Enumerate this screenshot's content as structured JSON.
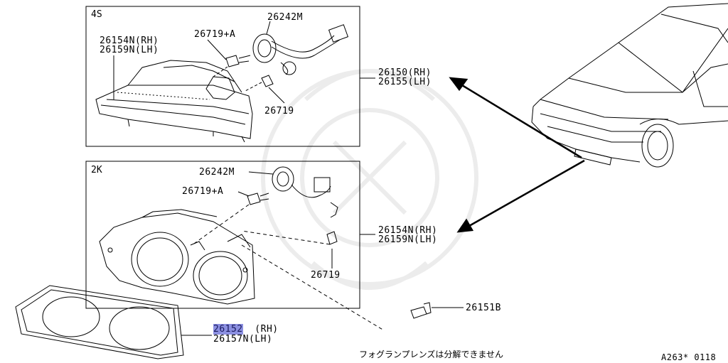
{
  "boxes": {
    "top_title": "4S",
    "bottom_title": "2K"
  },
  "labels": {
    "top_bulb_socket": "26242M",
    "top_bulb_a": "26719+A",
    "top_housing_rh": "26154N(RH)",
    "top_housing_lh": "26159N(LH)",
    "top_bulb": "26719",
    "assy_rh": "26150(RH)",
    "assy_lh": "26155(LH)",
    "bottom_bulb_socket": "26242M",
    "bottom_bulb_a": "26719+A",
    "bottom_bulb": "26719",
    "lamp_rh": "26154N(RH)",
    "lamp_lh": "26159N(LH)",
    "screw": "26151B",
    "finisher_highlight": "26152",
    "finisher_rh": "(RH)",
    "finisher_lh": "26157N(LH)"
  },
  "note": "フォグランプレンズは分解できません",
  "figure_code": "A263* 0118"
}
